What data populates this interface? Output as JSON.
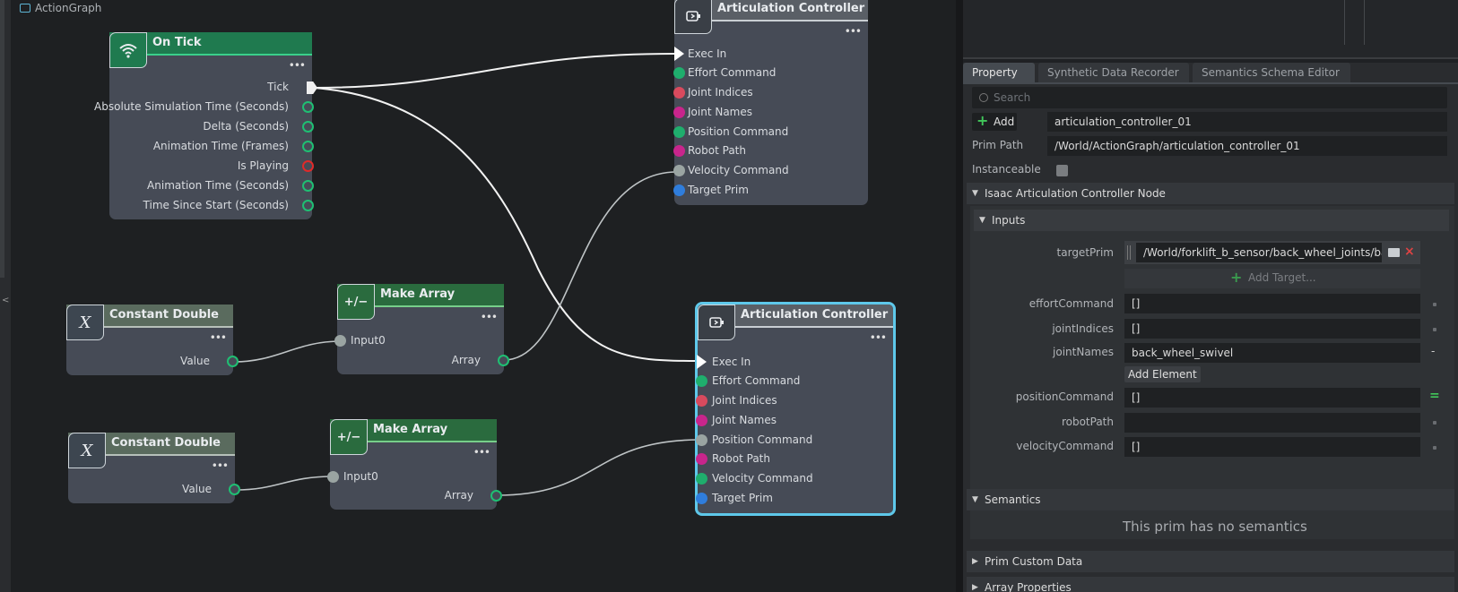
{
  "graph": {
    "title": "ActionGraph",
    "collapse_glyph": "<",
    "on_tick": {
      "title": "On Tick",
      "icon": "wifi-signal-icon",
      "menu": "•••",
      "outputs": [
        "Tick",
        "Absolute Simulation Time (Seconds)",
        "Delta (Seconds)",
        "Animation Time (Frames)",
        "Is Playing",
        "Animation Time (Seconds)",
        "Time Since Start (Seconds)"
      ]
    },
    "const1": {
      "title": "Constant Double",
      "icon_glyph": "X",
      "menu": "•••",
      "output": "Value"
    },
    "const2": {
      "title": "Constant Double",
      "icon_glyph": "X",
      "menu": "•••",
      "output": "Value"
    },
    "array1": {
      "title": "Make Array",
      "icon_glyph": "+/−",
      "menu": "•••",
      "input": "Input0",
      "output": "Array"
    },
    "array2": {
      "title": "Make Array",
      "icon_glyph": "+/−",
      "menu": "•••",
      "input": "Input0",
      "output": "Array"
    },
    "ac1": {
      "title": "Articulation Controller",
      "icon": "controller-icon",
      "menu": "•••",
      "inputs": [
        "Exec In",
        "Effort Command",
        "Joint Indices",
        "Joint Names",
        "Position Command",
        "Robot Path",
        "Velocity Command",
        "Target Prim"
      ]
    },
    "ac2": {
      "title": "Articulation Controller",
      "icon": "controller-icon",
      "menu": "•••",
      "inputs": [
        "Exec In",
        "Effort Command",
        "Joint Indices",
        "Joint Names",
        "Position Command",
        "Robot Path",
        "Velocity Command",
        "Target Prim"
      ]
    },
    "colors": {
      "header_green": "#1f7a4f",
      "header_grey": "#5a6b5e",
      "selected": "#5ec8ea"
    }
  },
  "panel": {
    "tabs": [
      "Property",
      "Synthetic Data Recorder",
      "Semantics Schema Editor"
    ],
    "search_placeholder": "Search",
    "add_label": "Add",
    "add_glyph": "+",
    "name_value": "articulation_controller_01",
    "prim_path_label": "Prim Path",
    "prim_path_value": "/World/ActionGraph/articulation_controller_01",
    "instanceable_label": "Instanceable",
    "node_section": "Isaac Articulation Controller Node",
    "inputs_section": "Inputs",
    "section_glyph_open": "▼",
    "section_glyph_closed": "▶",
    "target_prim_label": "targetPrim",
    "target_prim_value": "/World/forklift_b_sensor/back_wheel_joints/back_w",
    "add_target_label": "Add Target...",
    "effort_label": "effortCommand",
    "effort_value": "[]",
    "joint_indices_label": "jointIndices",
    "joint_indices_value": "[]",
    "joint_names_label": "jointNames",
    "joint_names_value": "back_wheel_swivel",
    "joint_names_side": "-",
    "add_element_label": "Add Element",
    "position_label": "positionCommand",
    "position_value": "[]",
    "position_side": "=",
    "robot_path_label": "robotPath",
    "robot_path_value": "",
    "velocity_label": "velocityCommand",
    "velocity_value": "[]",
    "semantics_section": "Semantics",
    "no_semantics": "This prim has no semantics",
    "prim_custom_section": "Prim Custom Data",
    "array_props_section": "Array Properties",
    "remove_glyph": "×"
  }
}
